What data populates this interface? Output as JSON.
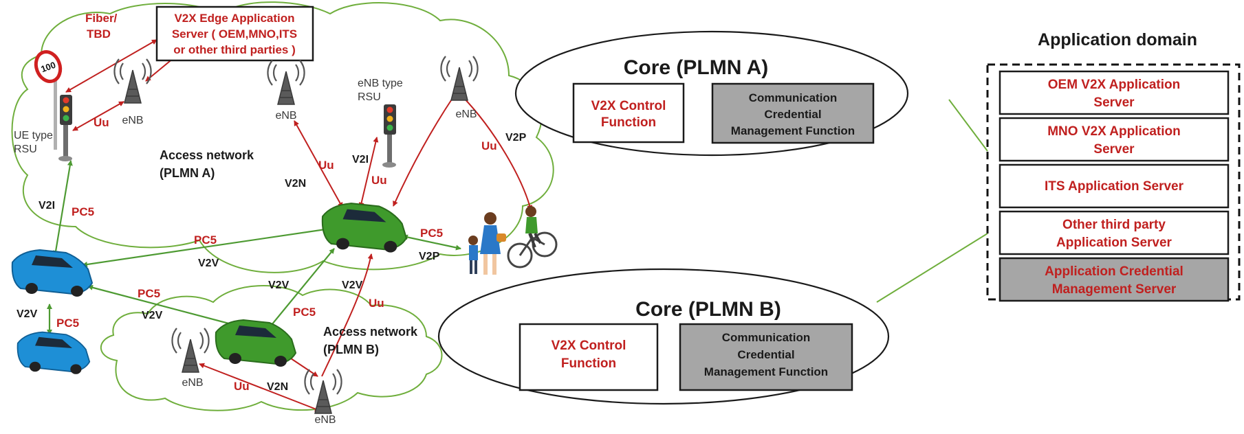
{
  "edge_server": {
    "line1": "V2X Edge Application",
    "line2": "Server ( OEM,MNO,ITS",
    "line3": "or other third parties )",
    "link_line1": "Fiber/",
    "link_line2": "TBD"
  },
  "core_a": {
    "title": "Core (PLMN A)",
    "control_line1": "V2X Control",
    "control_line2": "Function",
    "ccmf_line1": "Communication",
    "ccmf_line2": "Credential",
    "ccmf_line3": "Management Function"
  },
  "core_b": {
    "title": "Core (PLMN B)",
    "control_line1": "V2X Control",
    "control_line2": "Function",
    "ccmf_line1": "Communication",
    "ccmf_line2": "Credential",
    "ccmf_line3": "Management Function"
  },
  "application_domain": {
    "title": "Application domain",
    "servers": [
      {
        "line1": "OEM V2X Application",
        "line2": "Server",
        "shaded": false
      },
      {
        "line1": "MNO V2X Application",
        "line2": "Server",
        "shaded": false
      },
      {
        "line1": "ITS Application  Server",
        "line2": "",
        "shaded": false
      },
      {
        "line1": "Other third party",
        "line2": "Application Server",
        "shaded": false
      },
      {
        "line1": "Application Credential",
        "line2": "Management Server",
        "shaded": true
      }
    ]
  },
  "access_a": {
    "line1": "Access network",
    "line2": "(PLMN A)"
  },
  "access_b": {
    "line1": "Access network",
    "line2": "(PLMN B)"
  },
  "rsu": {
    "ue_line1": "UE type",
    "ue_line2": "RSU",
    "enb_line1": "eNB type",
    "enb_line2": "RSU",
    "sign_value": "100"
  },
  "labels": {
    "enb": "eNB",
    "uu": "Uu",
    "pc5": "PC5",
    "v2i": "V2I",
    "v2n": "V2N",
    "v2v": "V2V",
    "v2p": "V2P"
  },
  "colors": {
    "red_text": "#c0201f",
    "link_green": "#4d9a32",
    "cloud_border": "#6fae3c",
    "car_green": "#3f9a2c",
    "car_blue": "#1e8fd6",
    "shaded_box": "#a6a6a6"
  }
}
